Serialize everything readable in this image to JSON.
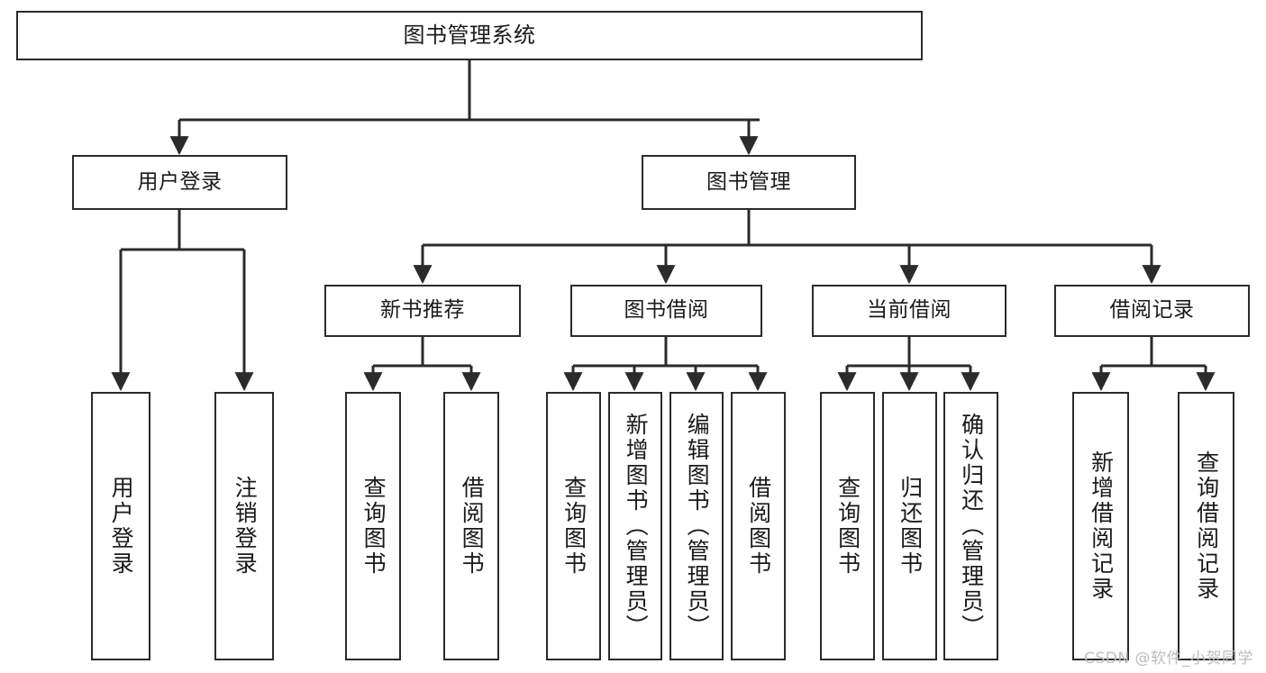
{
  "diagram": {
    "title": "图书管理系统",
    "watermark": "CSDN @软件_小贺同学",
    "line_color": "#2b2b2b",
    "box_fill": "#ffffff",
    "text_color": "#1a1a1a",
    "nodes": {
      "root": {
        "label": "图书管理系统"
      },
      "level1": [
        {
          "label": "用户登录"
        },
        {
          "label": "图书管理"
        }
      ],
      "level2": [
        {
          "label": "新书推荐"
        },
        {
          "label": "图书借阅"
        },
        {
          "label": "当前借阅"
        },
        {
          "label": "借阅记录"
        }
      ],
      "leaves_user_login": [
        {
          "label": "用户登录"
        },
        {
          "label": "注销登录"
        }
      ],
      "leaves_new_book": [
        {
          "label": "查询图书"
        },
        {
          "label": "借阅图书"
        }
      ],
      "leaves_borrow_book": [
        {
          "label": "查询图书"
        },
        {
          "label": "新增图书（管理员）"
        },
        {
          "label": "编辑图书（管理员）"
        },
        {
          "label": "借阅图书"
        }
      ],
      "leaves_current_borrow": [
        {
          "label": "查询图书"
        },
        {
          "label": "归还图书"
        },
        {
          "label": "确认归还（管理员）"
        }
      ],
      "leaves_borrow_record": [
        {
          "label": "新增借阅记录"
        },
        {
          "label": "查询借阅记录"
        }
      ]
    }
  }
}
